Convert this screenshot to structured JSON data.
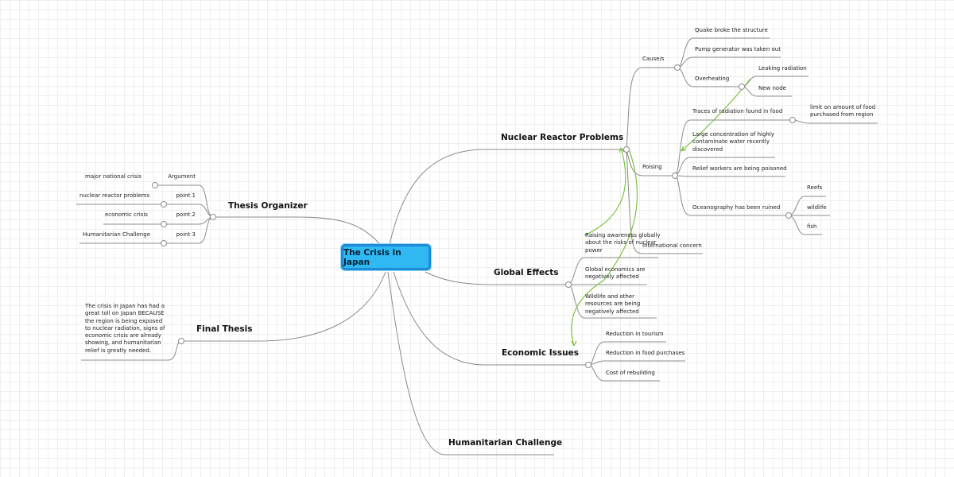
{
  "colors": {
    "root_fill": "#2fb8f2",
    "root_border": "#1e8bd6",
    "link": "#8c8c8c",
    "relation": "#7cc242"
  },
  "root": {
    "label": "The Crisis in Japan"
  },
  "thesis_organizer": {
    "label": "Thesis Organizer",
    "rows": [
      {
        "tag": "Argument",
        "text": "major national crisis"
      },
      {
        "tag": "point 1",
        "text": "nuclear reactor problems"
      },
      {
        "tag": "point 2",
        "text": "economic crisis"
      },
      {
        "tag": "point 3",
        "text": "Humanitarian Challenge"
      }
    ]
  },
  "final_thesis": {
    "label": "Final Thesis",
    "text": "The crisis in Japan has had a great toll on Japan BECAUSE the region is being exposed to nuclear radiation, signs of economic crisis are already showing, and humanitarian relief is greatly needed."
  },
  "nuclear": {
    "label": "Nuclear Reactor Problems",
    "causes": {
      "label": "Cause/s",
      "quake": "Quake broke the structure",
      "pump": "Pump generator was taken out",
      "overheating": "Overheating",
      "leaking": "Leaking radiation",
      "new_node": "New node"
    },
    "poising": {
      "label": "Poising",
      "traces": "Traces of radiation found in food",
      "limit": "limit on amount of food purchased from region",
      "large": "Large concentration of highly contaminate water recently discovered",
      "relief": "Relief workers are being poisoned",
      "ocean": "Oceanography has been ruined",
      "reefs": "Reefs",
      "wildlife": "wildlife",
      "fish": "fish"
    },
    "international": "International concern"
  },
  "global": {
    "label": "Global Effects",
    "awareness": "Raising awareness globally about the risks of nuclear power",
    "economics": "Global economics are negatively affected",
    "wildlife": "Wildlife and other resources are being negatively affected"
  },
  "economic": {
    "label": "Economic Issues",
    "tourism": "Reduction in tourism",
    "food": "Reduction in food purchases",
    "rebuilding": "Cost of rebuilding"
  },
  "humanitarian": {
    "label": "Humanitarian Challenge"
  }
}
